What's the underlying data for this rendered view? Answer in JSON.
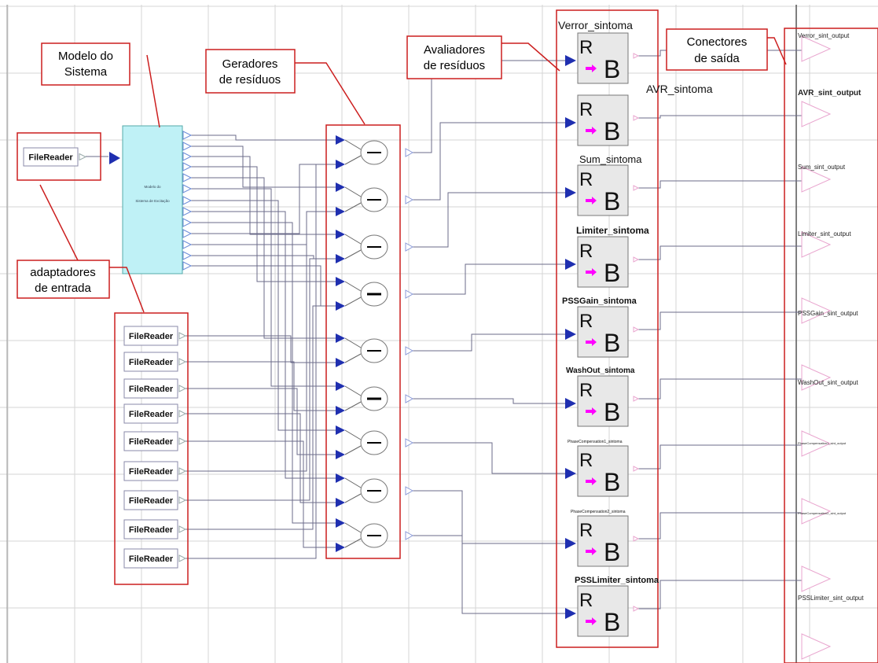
{
  "callouts": {
    "modelo": [
      "Modelo do",
      "Sistema"
    ],
    "geradores": [
      "Geradores",
      "de resíduos"
    ],
    "avaliadores": [
      "Avaliadores",
      "de resíduos"
    ],
    "conectores": [
      "Conectores",
      "de saída"
    ],
    "adaptadores": [
      "adaptadores",
      "de entrada"
    ]
  },
  "model_block": {
    "line1": "Modelo do",
    "line2": "Sistema de Excitação"
  },
  "file_reader_label": "FileReader",
  "rb_symbol": {
    "top": "R",
    "bottom": "B"
  },
  "evaluators": [
    {
      "label": "Verror_sintoma"
    },
    {
      "label": "AVR_sintoma"
    },
    {
      "label": "Sum_sintoma"
    },
    {
      "label": "Limiter_sintoma"
    },
    {
      "label": "PSSGain_sintoma"
    },
    {
      "label": "WashOut_sintoma"
    },
    {
      "label": "PhaseCompensation1_sintoma"
    },
    {
      "label": "PhaseCompensation2_sintoma"
    },
    {
      "label": "PSSLimiter_sintoma"
    },
    {
      "label": ""
    }
  ],
  "outputs": [
    "Verror_sint_output",
    "AVR_sint_output",
    "Sum_sint_output",
    "Limiter_sint_output",
    "PSSGain_sint_output",
    "WashOut_sint_output",
    "PhaseCompensation1_sint_output",
    "PhaseCompensation2_sint_output",
    "PSSLimiter_sint_output"
  ],
  "colors": {
    "grid": "#d6d6d6",
    "callout": "#cc1f1f",
    "port": "#1f2fb0",
    "arrow": "#ff00ff",
    "model": "#bff1f6",
    "wire": "#6b6b8a",
    "connector": "#e9a6cf"
  }
}
